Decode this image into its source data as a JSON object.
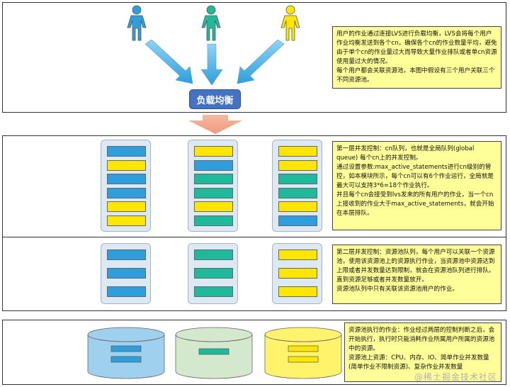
{
  "colors": {
    "blue_item": "#2e9fdc",
    "yellow_item": "#ffe600",
    "teal_item": "#1fb99b",
    "note_bg": "#ffff99",
    "queue_bg": "#dce9f5",
    "load_balancer": "#4472c4",
    "cyl_blue": "#9fd0ee",
    "cyl_green": "#d3e8cc",
    "cyl_yellow": "#fff36b"
  },
  "users": [
    {
      "icon": "person-icon",
      "color": "#2e9fdc"
    },
    {
      "icon": "person-icon",
      "color": "#1fb99b"
    },
    {
      "icon": "person-icon",
      "color": "#ffe600"
    }
  ],
  "load_balancer_label": "负载均衡",
  "note1": {
    "paragraphs": [
      "用户的作业通过连接LVS进行负载均衡，LVS会将每个用户作业均衡发送到各个cn，确保各个cn的作业数量平均，避免由于单个cn的作业量过大而导致大量作业排队或者单cn资源使用量过大的情况。",
      "每个用户都会关联资源池，本图中假设有三个用户关联三个不同资源池。"
    ]
  },
  "note2": {
    "paragraphs": [
      "第一层并发控制：cn队列，也就是全局队列(global queue) 每个cn上的并发控制。",
      "通过设置参数:max_active_statements进行cn级别的管控，如本模块所示，每个cn可以有6个作业运行，全局就是最大可以支持3*6=18个作业执行。",
      "并且每个cn会接受到lvs发来的所有用户的作业，当一个cn上接收到的作业大于max_active_statements，就会开始在本层排队。"
    ]
  },
  "note3": {
    "paragraphs": [
      "第二层并发控制：资源池队列，每个用户可以关联一个资源池，使用该资源池上的资源执行作业，当资源池中资源达到上限或者并发数量达到限制，就会在资源池队列进行排队。直到资源足够或者并发数量放开。",
      "资源池队列中只有关联该资源池用户的作业。"
    ]
  },
  "note4": {
    "paragraphs": [
      "资源池执行的作业：作业经过两层的控制判断之后，会开始执行，执行时只能消耗作业所属用户所属的资源池中的资源。",
      "资源池上资源：CPU、内存、IO、简单作业并发数量(简单作业不限制资源)、复杂作业并发数量"
    ]
  },
  "cn_queues": [
    [
      "blue",
      "yellow",
      "blue",
      "blue",
      "yellow",
      "yellow"
    ],
    [
      "yellow",
      "blue",
      "teal",
      "teal",
      "yellow",
      "teal"
    ],
    [
      "yellow",
      "yellow",
      "teal",
      "teal",
      "yellow",
      "blue"
    ]
  ],
  "pool_queues": [
    [
      "blue",
      "blue",
      "blue"
    ],
    [
      "teal",
      "teal",
      "teal"
    ],
    [
      "yellow",
      "yellow",
      "yellow"
    ]
  ],
  "resource_pools": [
    {
      "body": "cyl_blue",
      "items": [
        "blue",
        "blue"
      ]
    },
    {
      "body": "cyl_green",
      "items": [
        "teal"
      ]
    },
    {
      "body": "cyl_yellow",
      "items": [
        "yellow",
        "yellow"
      ]
    }
  ],
  "watermark": "@稀土掘金技术社区"
}
